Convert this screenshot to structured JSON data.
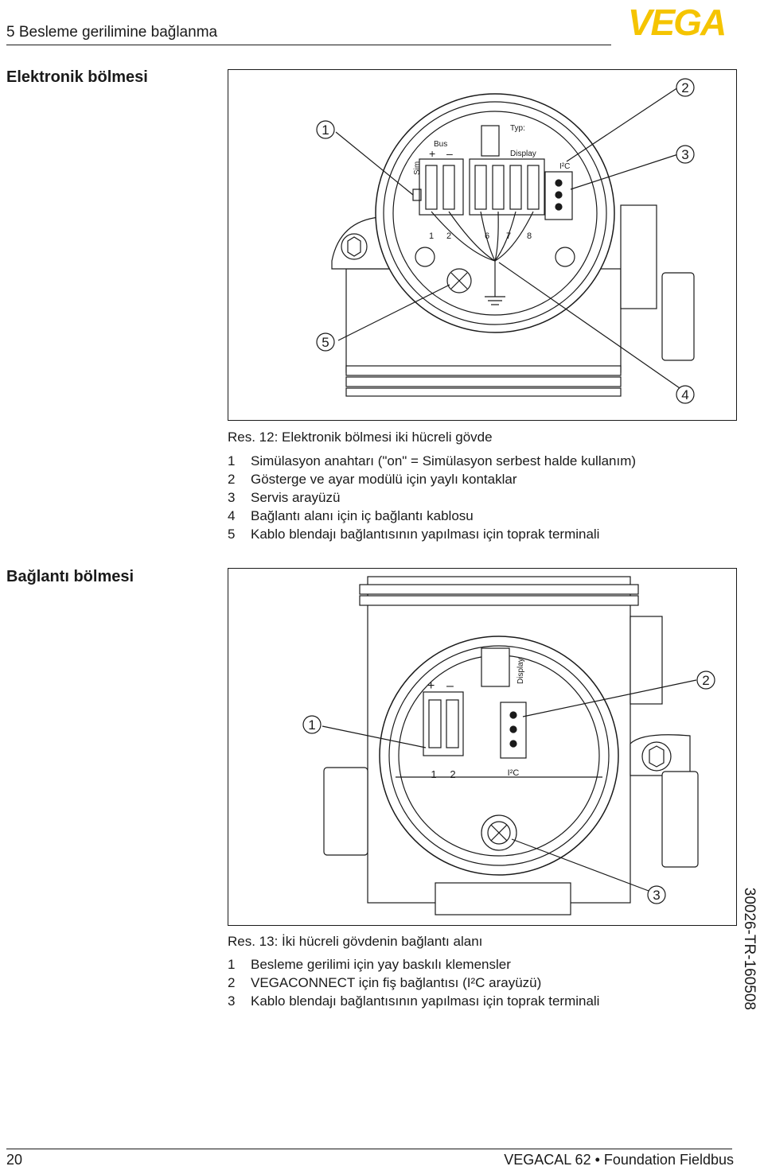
{
  "header": {
    "section_title": "5 Besleme gerilimine bağlanma",
    "logo_text": "VEGA"
  },
  "section1": {
    "heading": "Elektronik bölmesi"
  },
  "figure1": {
    "callouts": [
      "1",
      "2",
      "3",
      "4",
      "5"
    ],
    "labels": {
      "sim": "Sim",
      "bus": "Bus",
      "plus": "+",
      "minus": "–",
      "typ": "Typ:",
      "display": "Display",
      "i2c": "I²C",
      "t1": "1",
      "t2": "2",
      "t6": "6",
      "t7": "7",
      "t8": "8"
    },
    "caption": "Res. 12: Elektronik bölmesi iki hücreli gövde",
    "legend": [
      {
        "num": "1",
        "text": "Simülasyon anahtarı (\"on\" = Simülasyon serbest halde kullanım)"
      },
      {
        "num": "2",
        "text": "Gösterge ve ayar modülü için yaylı kontaklar"
      },
      {
        "num": "3",
        "text": "Servis arayüzü"
      },
      {
        "num": "4",
        "text": "Bağlantı alanı için iç bağlantı kablosu"
      },
      {
        "num": "5",
        "text": "Kablo blendajı bağlantısının yapılması için toprak terminali"
      }
    ]
  },
  "section2": {
    "heading": "Bağlantı bölmesi"
  },
  "figure2": {
    "callouts": [
      "1",
      "2",
      "3"
    ],
    "labels": {
      "plus": "+",
      "minus": "–",
      "display": "Display",
      "t1": "1",
      "t2": "2",
      "i2c": "I²C"
    },
    "caption": "Res. 13: İki hücreli gövdenin bağlantı alanı",
    "legend": [
      {
        "num": "1",
        "text": "Besleme gerilimi için yay baskılı klemensler"
      },
      {
        "num": "2",
        "text": "VEGACONNECT için fiş bağlantısı (I²C arayüzü)"
      },
      {
        "num": "3",
        "text": "Kablo blendajı bağlantısının yapılması için toprak terminali"
      }
    ]
  },
  "footer": {
    "page_number": "20",
    "product": "VEGACAL 62 • Foundation Fieldbus",
    "doc_code": "30026-TR-160508"
  },
  "colors": {
    "brand_yellow": "#f5c400",
    "ink": "#1a1a1a"
  }
}
